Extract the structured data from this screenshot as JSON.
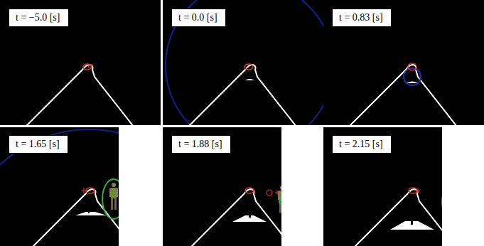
{
  "diagram": {
    "nodes": [
      {
        "text": [
          "t = −5.0 [s]"
        ]
      },
      {
        "text": [
          "t = 0.0 [s]"
        ]
      },
      {
        "text": [
          "t = 0.83 [s]"
        ]
      },
      {
        "text": [
          "t = 1.65 [s]"
        ]
      },
      {
        "text": [
          "t = 1.88 [s]"
        ]
      },
      {
        "text": [
          "t = 2.15 [s]"
        ]
      }
    ]
  }
}
